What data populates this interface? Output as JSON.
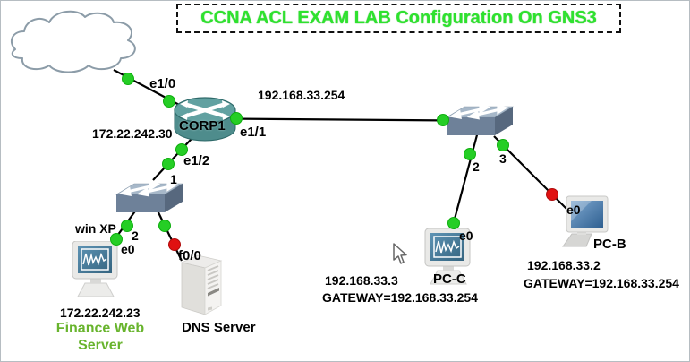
{
  "title": "CCNA ACL EXAM LAB Configuration On GNS3",
  "colors": {
    "title_text": "#2EE22E",
    "role_text": "#68B42D",
    "link_up_dot": "#25CE25",
    "link_down_dot": "#E01111",
    "router_body": "#4E8C8C",
    "switch_body": "#6E8199"
  },
  "router": {
    "name": "CORP1",
    "ip_label": "172.22.242.30"
  },
  "segment": {
    "ip_label": "192.168.33.254"
  },
  "interfaces": {
    "router_to_cloud": "e1/0",
    "router_to_switch_right": "e1/1",
    "router_to_switch_left": "e1/2",
    "switch_left_port_uplink": "1",
    "switch_left_port_winxp": "2",
    "switch_right_port_pcc": "2",
    "switch_right_port_pcb": "3",
    "winxp_nic": "e0",
    "dns_nic": "f0/0",
    "pcc_nic": "e0",
    "pcb_nic": "e0"
  },
  "hosts": {
    "winxp": {
      "name": "win XP",
      "ip": "172.22.242.23",
      "role_line1": "Finance Web",
      "role_line2": "Server"
    },
    "dns": {
      "name": "DNS Server"
    },
    "pcc": {
      "name": "PC-C",
      "ip": "192.168.33.3",
      "gateway": "GATEWAY=192.168.33.254"
    },
    "pcb": {
      "name": "PC-B",
      "ip": "192.168.33.2",
      "gateway": "GATEWAY=192.168.33.254"
    }
  }
}
